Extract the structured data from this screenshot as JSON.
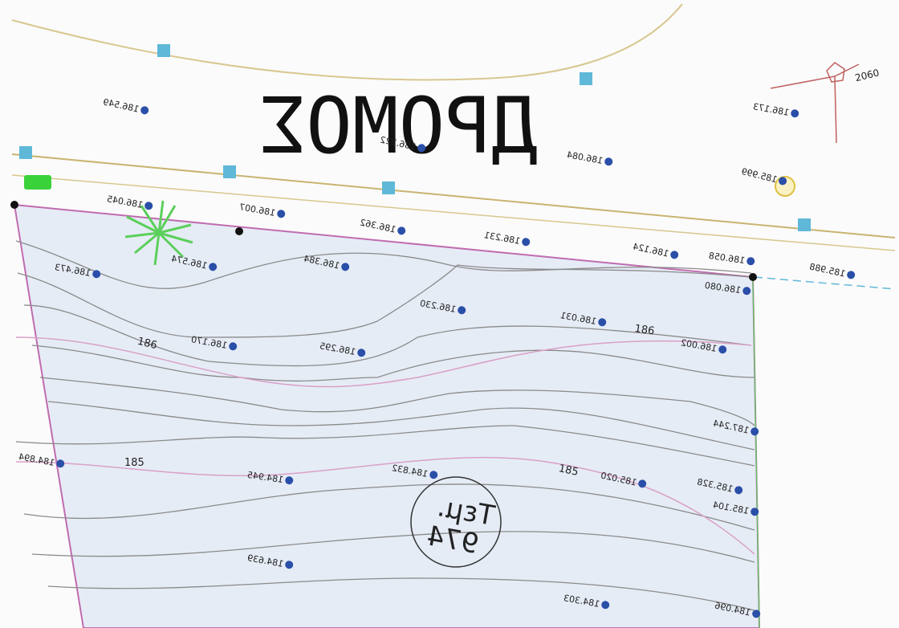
{
  "road_name": "ДРОМОΣ",
  "parcel": {
    "line1": "Τεμ.",
    "line2": "974",
    "fill": "#e6ecf6",
    "border": "#c06cb0"
  },
  "contours": [
    "186",
    "186",
    "185",
    "185"
  ],
  "spot_elevations": [
    {
      "id": "e1",
      "text": "186.173"
    },
    {
      "id": "e2",
      "text": "186.222"
    },
    {
      "id": "e3",
      "text": "186.084"
    },
    {
      "id": "e4",
      "text": "185.999"
    },
    {
      "id": "e5",
      "text": "186.549"
    },
    {
      "id": "e6",
      "text": "186.045"
    },
    {
      "id": "e7",
      "text": "186.007"
    },
    {
      "id": "e8",
      "text": "186.362"
    },
    {
      "id": "e9",
      "text": "186.231"
    },
    {
      "id": "e10",
      "text": "186.124"
    },
    {
      "id": "e11",
      "text": "186.058"
    },
    {
      "id": "e12",
      "text": "185.988"
    },
    {
      "id": "e13",
      "text": "186.473"
    },
    {
      "id": "e14",
      "text": "186.574"
    },
    {
      "id": "e15",
      "text": "186.384"
    },
    {
      "id": "e16",
      "text": "186.080"
    },
    {
      "id": "e17",
      "text": "186.230"
    },
    {
      "id": "e18",
      "text": "186.031"
    },
    {
      "id": "e19",
      "text": "186.170"
    },
    {
      "id": "e20",
      "text": "186.295"
    },
    {
      "id": "e21",
      "text": "186.002"
    },
    {
      "id": "e22",
      "text": "187.244"
    },
    {
      "id": "e23",
      "text": "184.894"
    },
    {
      "id": "e24",
      "text": "184.945"
    },
    {
      "id": "e25",
      "text": "184.832"
    },
    {
      "id": "e26",
      "text": "185.020"
    },
    {
      "id": "e27",
      "text": "185.328"
    },
    {
      "id": "e28",
      "text": "185.104"
    },
    {
      "id": "e29",
      "text": "184.639"
    },
    {
      "id": "e30",
      "text": "184.303"
    },
    {
      "id": "e31",
      "text": "184.096"
    }
  ],
  "corner_marker": "2060",
  "colors": {
    "road_line": "#d8c78f",
    "road_edge": "#c9b470",
    "contour": "#8a8a8a",
    "index_contour": "#d9a0c8",
    "marker": "#5fb8d8",
    "bench": "#2a4fa8",
    "tree": "#5bcf5b"
  }
}
